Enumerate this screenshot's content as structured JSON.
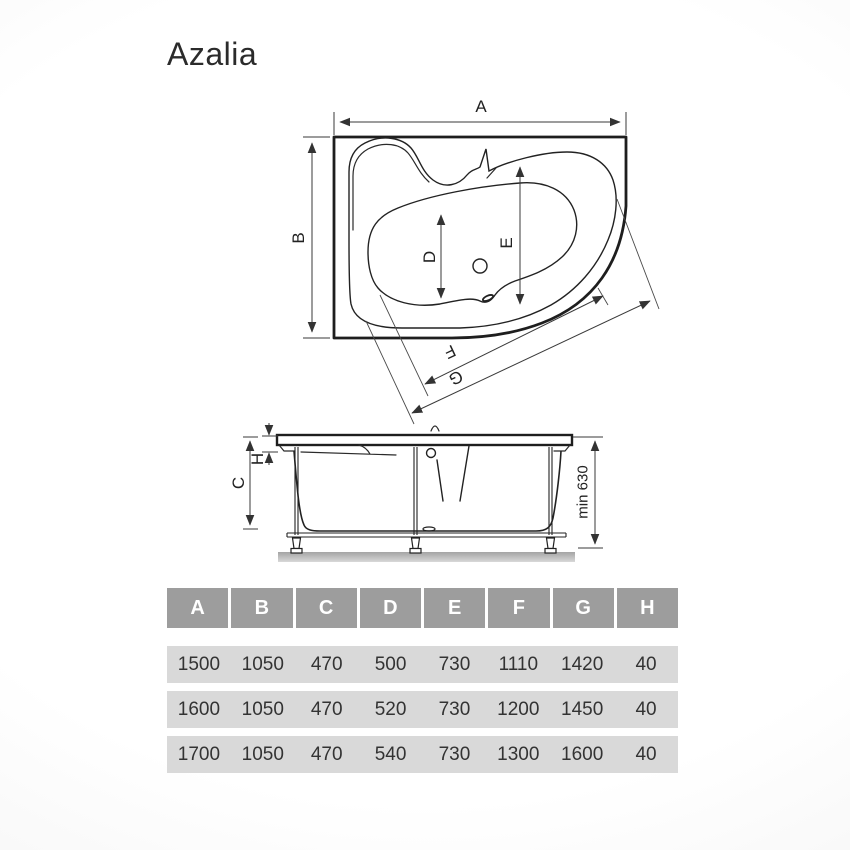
{
  "title": "Azalia",
  "colors": {
    "line": "#1e1e1e",
    "dimension_line": "#3a3a3a",
    "header_bg": "#9d9d9d",
    "header_text": "#ffffff",
    "row_bg": "#d9d9d9",
    "row_text": "#333333",
    "floor_shadow": "#b2b2b2"
  },
  "plan_view": {
    "dim_a": "A",
    "dim_b": "B",
    "dim_d": "D",
    "dim_e": "E",
    "dim_f": "F",
    "dim_g": "G"
  },
  "side_view": {
    "dim_c": "C",
    "dim_h": "H",
    "dim_min_height": "min 630"
  },
  "table": {
    "headers": [
      "A",
      "B",
      "C",
      "D",
      "E",
      "F",
      "G",
      "H"
    ],
    "rows": [
      [
        "1500",
        "1050",
        "470",
        "500",
        "730",
        "1110",
        "1420",
        "40"
      ],
      [
        "1600",
        "1050",
        "470",
        "520",
        "730",
        "1200",
        "1450",
        "40"
      ],
      [
        "1700",
        "1050",
        "470",
        "540",
        "730",
        "1300",
        "1600",
        "40"
      ]
    ]
  }
}
